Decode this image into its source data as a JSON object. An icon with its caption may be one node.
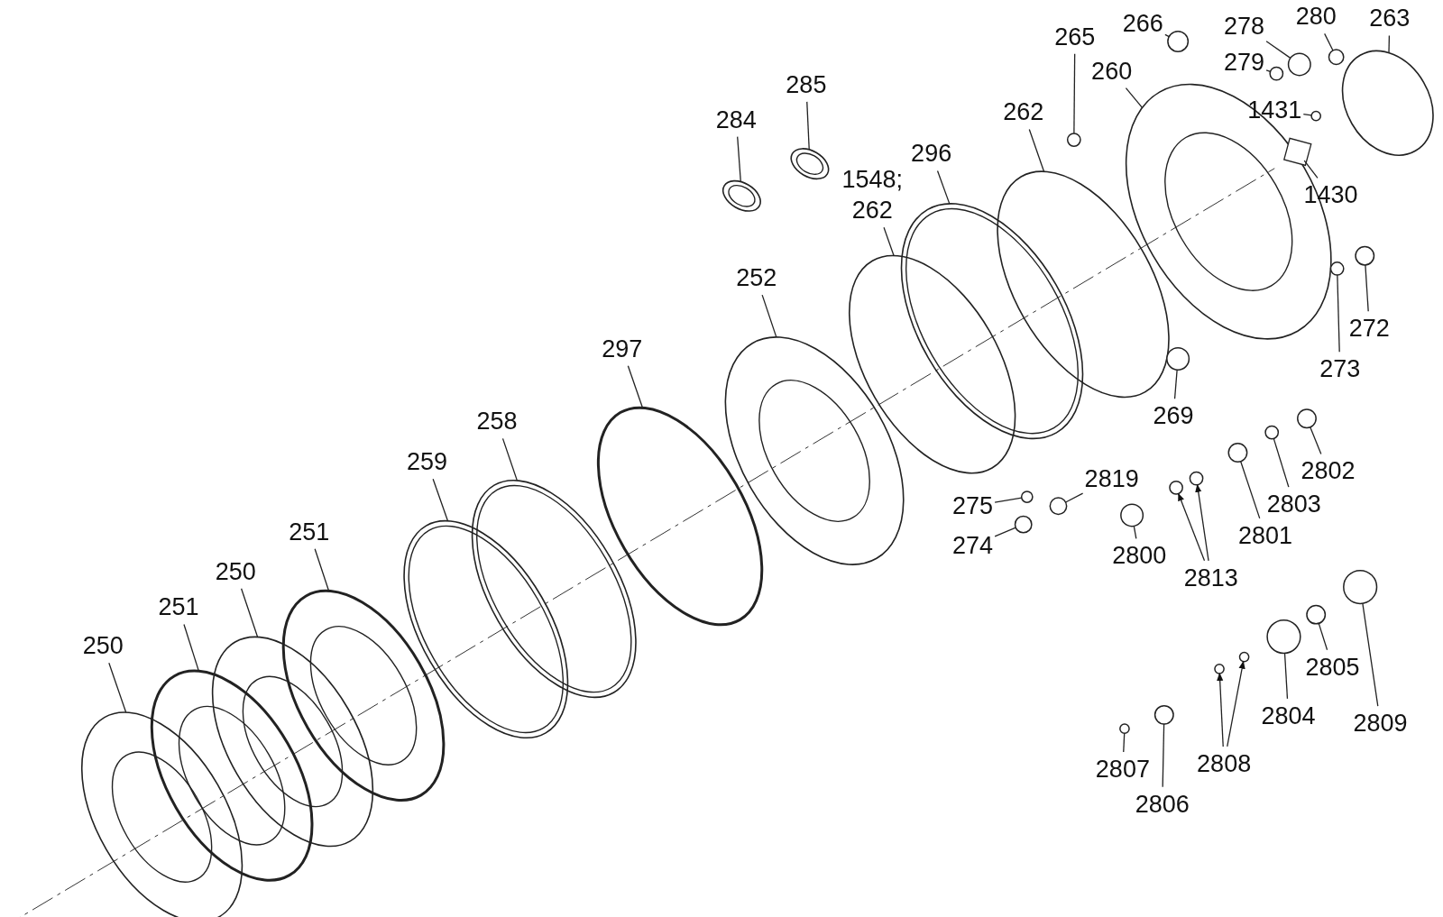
{
  "diagram": {
    "nodes": [
      {
        "text": [
          "266"
        ]
      },
      {
        "text": [
          "278"
        ]
      },
      {
        "text": [
          "280"
        ]
      },
      {
        "text": [
          "263"
        ]
      },
      {
        "text": [
          "265"
        ]
      },
      {
        "text": [
          "260"
        ]
      },
      {
        "text": [
          "279"
        ]
      },
      {
        "text": [
          "1431"
        ]
      },
      {
        "text": [
          "262"
        ]
      },
      {
        "text": [
          "284"
        ]
      },
      {
        "text": [
          "285"
        ]
      },
      {
        "text": [
          "296"
        ]
      },
      {
        "text": [
          "1548; 262"
        ]
      },
      {
        "text": [
          "1430"
        ]
      },
      {
        "text": [
          "252"
        ]
      },
      {
        "text": [
          "272"
        ]
      },
      {
        "text": [
          "273"
        ]
      },
      {
        "text": [
          "297"
        ]
      },
      {
        "text": [
          "269"
        ]
      },
      {
        "text": [
          "258"
        ]
      },
      {
        "text": [
          "2802"
        ]
      },
      {
        "text": [
          "259"
        ]
      },
      {
        "text": [
          "2819"
        ]
      },
      {
        "text": [
          "2803"
        ]
      },
      {
        "text": [
          "275"
        ]
      },
      {
        "text": [
          "251"
        ]
      },
      {
        "text": [
          "2801"
        ]
      },
      {
        "text": [
          "274"
        ]
      },
      {
        "text": [
          "2800"
        ]
      },
      {
        "text": [
          "2813"
        ]
      },
      {
        "text": [
          "250"
        ]
      },
      {
        "text": [
          "251"
        ]
      },
      {
        "text": [
          "2805"
        ]
      },
      {
        "text": [
          "250"
        ]
      },
      {
        "text": [
          "2804"
        ]
      },
      {
        "text": [
          "2809"
        ]
      },
      {
        "text": [
          "2807"
        ]
      },
      {
        "text": [
          "2808"
        ]
      },
      {
        "text": [
          "2806"
        ]
      },
      {
        "text": [],
        "shape": "circle"
      },
      {
        "text": [],
        "shape": "circle"
      },
      {
        "text": [],
        "shape": "circle"
      },
      {
        "text": [],
        "shape": "ring"
      },
      {
        "text": [],
        "shape": "circle"
      },
      {
        "text": [],
        "shape": "ring"
      },
      {
        "text": [],
        "shape": "circle"
      },
      {
        "text": [],
        "shape": "circle"
      },
      {
        "text": [],
        "shape": "ring"
      },
      {
        "text": [],
        "shape": "ring"
      },
      {
        "text": [],
        "shape": "ring"
      },
      {
        "text": [],
        "shape": "ring"
      },
      {
        "text": [],
        "shape": "ring"
      },
      {
        "text": [],
        "shape": "box"
      },
      {
        "text": [],
        "shape": "ring"
      },
      {
        "text": [],
        "shape": "circle"
      },
      {
        "text": [],
        "shape": "circle"
      },
      {
        "text": [],
        "shape": "ring"
      },
      {
        "text": [],
        "shape": "circle"
      },
      {
        "text": [],
        "shape": "ring"
      },
      {
        "text": [],
        "shape": "circle"
      },
      {
        "text": [],
        "shape": "ring"
      },
      {
        "text": [],
        "shape": "circle"
      },
      {
        "text": [],
        "shape": "circle"
      },
      {
        "text": [],
        "shape": "circle"
      },
      {
        "text": [],
        "shape": "ring"
      },
      {
        "text": [],
        "shape": "circle"
      },
      {
        "text": [],
        "shape": "circle"
      },
      {
        "text": [],
        "shape": "circle"
      },
      {
        "text": [],
        "shape": "circle"
      },
      {
        "text": [],
        "shape": "circle"
      },
      {
        "text": [],
        "shape": "ring"
      },
      {
        "text": [],
        "shape": "ring"
      },
      {
        "text": [],
        "shape": "circle"
      },
      {
        "text": [],
        "shape": "ring"
      },
      {
        "text": [],
        "shape": "circle"
      },
      {
        "text": [],
        "shape": "circle"
      },
      {
        "text": [],
        "shape": "circle"
      },
      {
        "text": [],
        "shape": "circle"
      },
      {
        "text": [],
        "shape": "circle"
      },
      {
        "text": [],
        "shape": "circle"
      }
    ],
    "edges": [
      {
        "from": 0,
        "to": 39,
        "arrow": "none"
      },
      {
        "from": 1,
        "to": 40,
        "arrow": "none"
      },
      {
        "from": 2,
        "to": 41,
        "arrow": "none"
      },
      {
        "from": 3,
        "to": 42,
        "arrow": "none"
      },
      {
        "from": 4,
        "to": 43,
        "arrow": "none"
      },
      {
        "from": 5,
        "to": 44,
        "arrow": "none"
      },
      {
        "from": 6,
        "to": 45,
        "arrow": "none"
      },
      {
        "from": 7,
        "to": 46,
        "arrow": "none"
      },
      {
        "from": 8,
        "to": 47,
        "arrow": "none"
      },
      {
        "from": 9,
        "to": 48,
        "arrow": "none"
      },
      {
        "from": 10,
        "to": 49,
        "arrow": "none"
      },
      {
        "from": 11,
        "to": 50,
        "arrow": "none"
      },
      {
        "from": 12,
        "to": 51,
        "arrow": "none"
      },
      {
        "from": 13,
        "to": 52,
        "arrow": "none"
      },
      {
        "from": 14,
        "to": 53,
        "arrow": "none"
      },
      {
        "from": 15,
        "to": 54,
        "arrow": "none"
      },
      {
        "from": 16,
        "to": 55,
        "arrow": "none"
      },
      {
        "from": 17,
        "to": 56,
        "arrow": "none"
      },
      {
        "from": 18,
        "to": 57,
        "arrow": "none"
      },
      {
        "from": 19,
        "to": 58,
        "arrow": "none"
      },
      {
        "from": 20,
        "to": 59,
        "arrow": "none"
      },
      {
        "from": 21,
        "to": 60,
        "arrow": "none"
      },
      {
        "from": 22,
        "to": 61,
        "arrow": "none"
      },
      {
        "from": 23,
        "to": 62,
        "arrow": "none"
      },
      {
        "from": 24,
        "to": 63,
        "arrow": "none"
      },
      {
        "from": 25,
        "to": 64,
        "arrow": "none"
      },
      {
        "from": 26,
        "to": 65,
        "arrow": "none"
      },
      {
        "from": 27,
        "to": 66,
        "arrow": "none"
      },
      {
        "from": 28,
        "to": 67,
        "arrow": "none"
      },
      {
        "from": 29,
        "to": 68,
        "arrow": "to"
      },
      {
        "from": 29,
        "to": 69,
        "arrow": "to"
      },
      {
        "from": 30,
        "to": 70,
        "arrow": "none"
      },
      {
        "from": 31,
        "to": 71,
        "arrow": "none"
      },
      {
        "from": 32,
        "to": 72,
        "arrow": "none"
      },
      {
        "from": 33,
        "to": 73,
        "arrow": "none"
      },
      {
        "from": 34,
        "to": 74,
        "arrow": "none"
      },
      {
        "from": 35,
        "to": 75,
        "arrow": "none"
      },
      {
        "from": 36,
        "to": 76,
        "arrow": "none"
      },
      {
        "from": 37,
        "to": 77,
        "arrow": "to"
      },
      {
        "from": 37,
        "to": 78,
        "arrow": "to"
      },
      {
        "from": 38,
        "to": 79,
        "arrow": "none"
      }
    ]
  }
}
